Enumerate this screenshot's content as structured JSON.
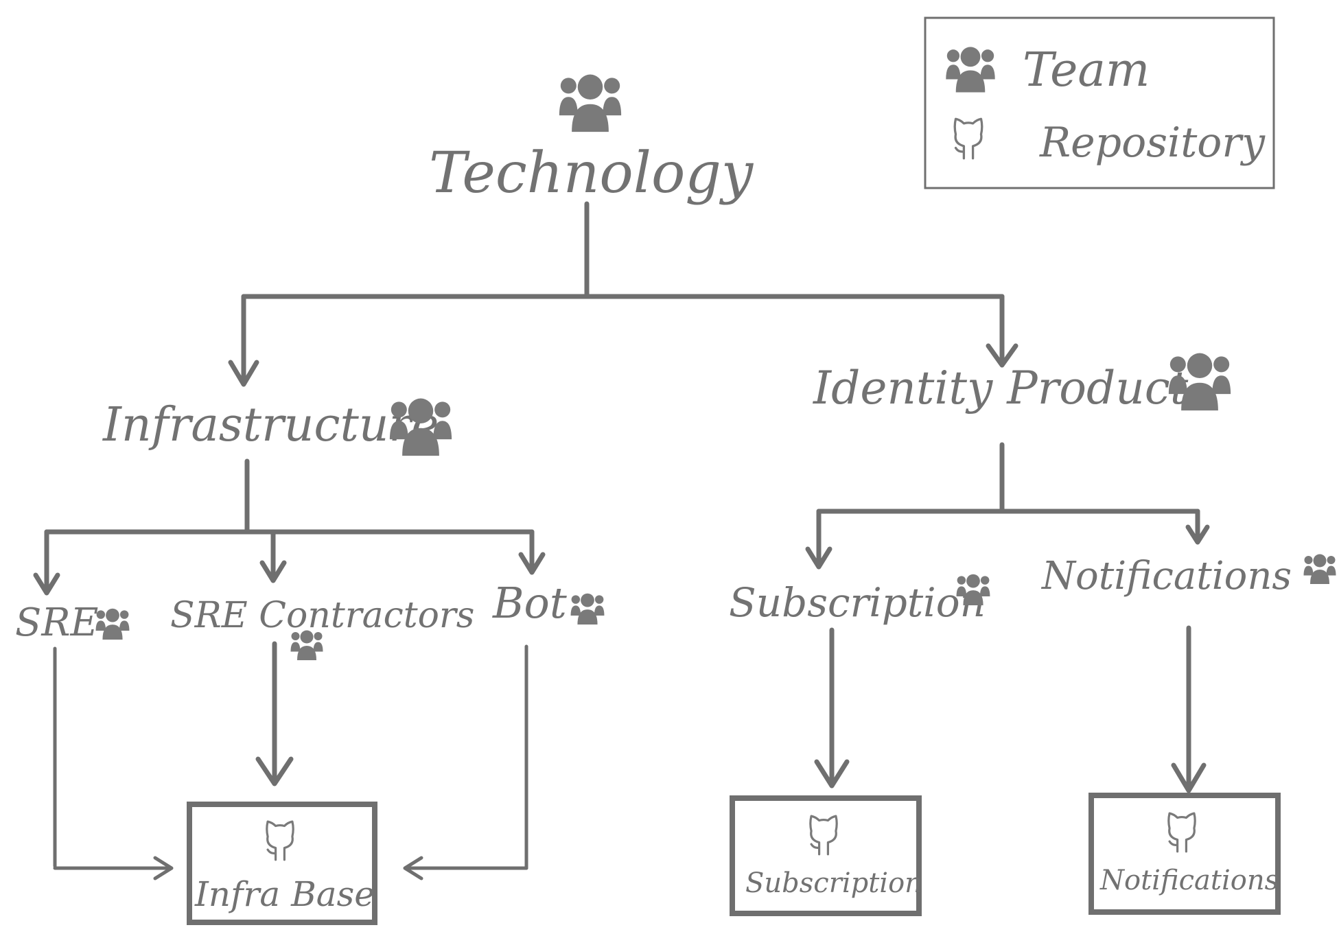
{
  "legend": {
    "team_label": "Team",
    "repository_label": "Repository"
  },
  "teams": {
    "technology": "Technology",
    "infrastructure": "Infrastructure",
    "identity_product": "Identity Product",
    "sre": "SRE",
    "sre_contractors": "SRE Contractors",
    "bot": "Bot",
    "subscription": "Subscription",
    "notifications": "Notifications"
  },
  "repositories": {
    "infra_base": "Infra Base",
    "subscription": "Subscription",
    "notifications": "Notifications"
  },
  "icons": {
    "team": "team-icon",
    "repository": "github-icon"
  },
  "colors": {
    "ink": "#727272"
  }
}
